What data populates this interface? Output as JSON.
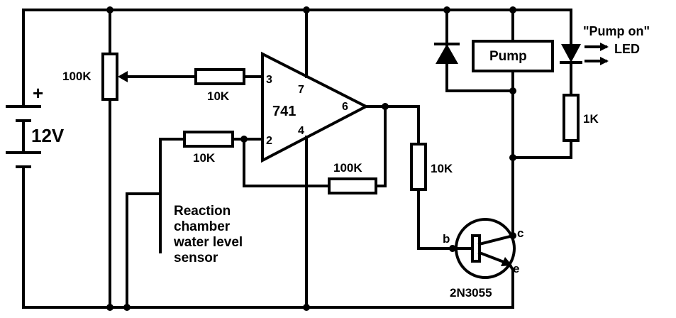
{
  "labels": {
    "battery_voltage": "12V",
    "battery_plus": "+",
    "pot": "100K",
    "r_in_top": "10K",
    "r_in_bottom": "10K",
    "r_feedback": "100K",
    "r_base": "10K",
    "r_led": "1K",
    "opamp": "741",
    "pin3": "3",
    "pin2": "2",
    "pin7": "7",
    "pin4": "4",
    "pin6": "6",
    "pump": "Pump",
    "pump_on": "\"Pump on\"",
    "led": "LED",
    "sensor_line1": "Reaction",
    "sensor_line2": "chamber",
    "sensor_line3": "water level",
    "sensor_line4": "sensor",
    "transistor": "2N3055",
    "pin_b": "b",
    "pin_c": "c",
    "pin_e": "e"
  }
}
